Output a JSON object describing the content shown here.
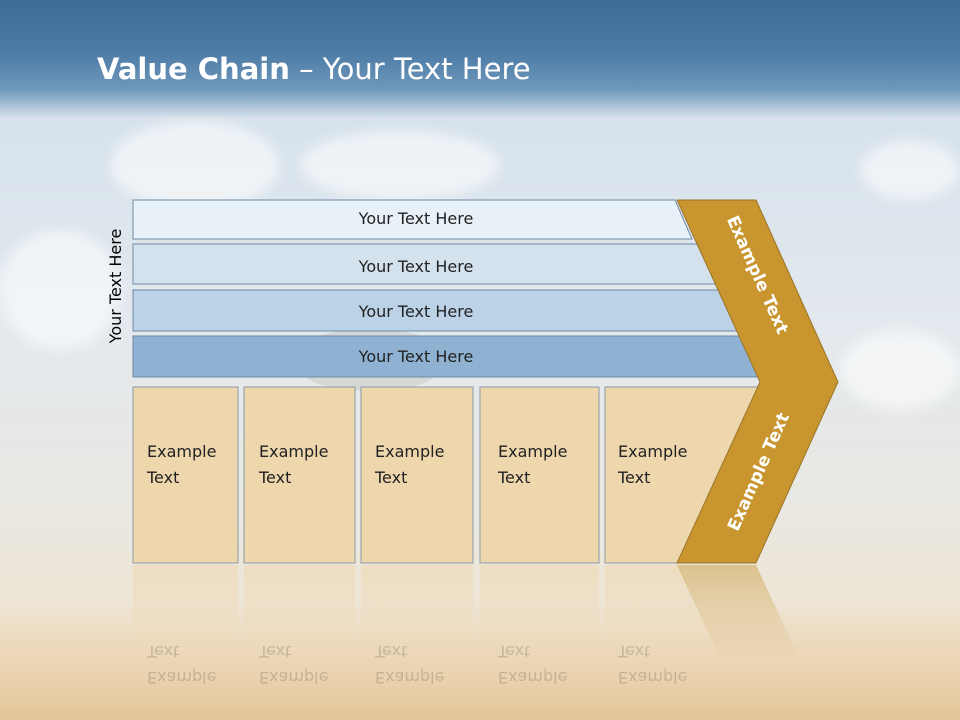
{
  "slide": {
    "title_bold": "Value Chain",
    "title_rest": " – Your Text Here",
    "side_label": "Your Text Here"
  },
  "rows": [
    {
      "label": "Your Text Here",
      "color": "#e8f0f8"
    },
    {
      "label": "Your Text Here",
      "color": "#d4e2ee"
    },
    {
      "label": "Your Text Here",
      "color": "#bcd2e6"
    },
    {
      "label": "Your Text Here",
      "color": "#8fb1d2"
    }
  ],
  "boxes": [
    {
      "line1": "Example",
      "line2": "Text"
    },
    {
      "line1": "Example",
      "line2": "Text"
    },
    {
      "line1": "Example",
      "line2": "Text"
    },
    {
      "line1": "Example",
      "line2": "Text"
    },
    {
      "line1": "Example",
      "line2": "Text"
    }
  ],
  "chevron": {
    "upper": "Example Text",
    "lower": "Example Text",
    "color": "#c8952f"
  },
  "colors": {
    "box_fill": "#eed7ad",
    "outline": "#6f8aa3"
  }
}
